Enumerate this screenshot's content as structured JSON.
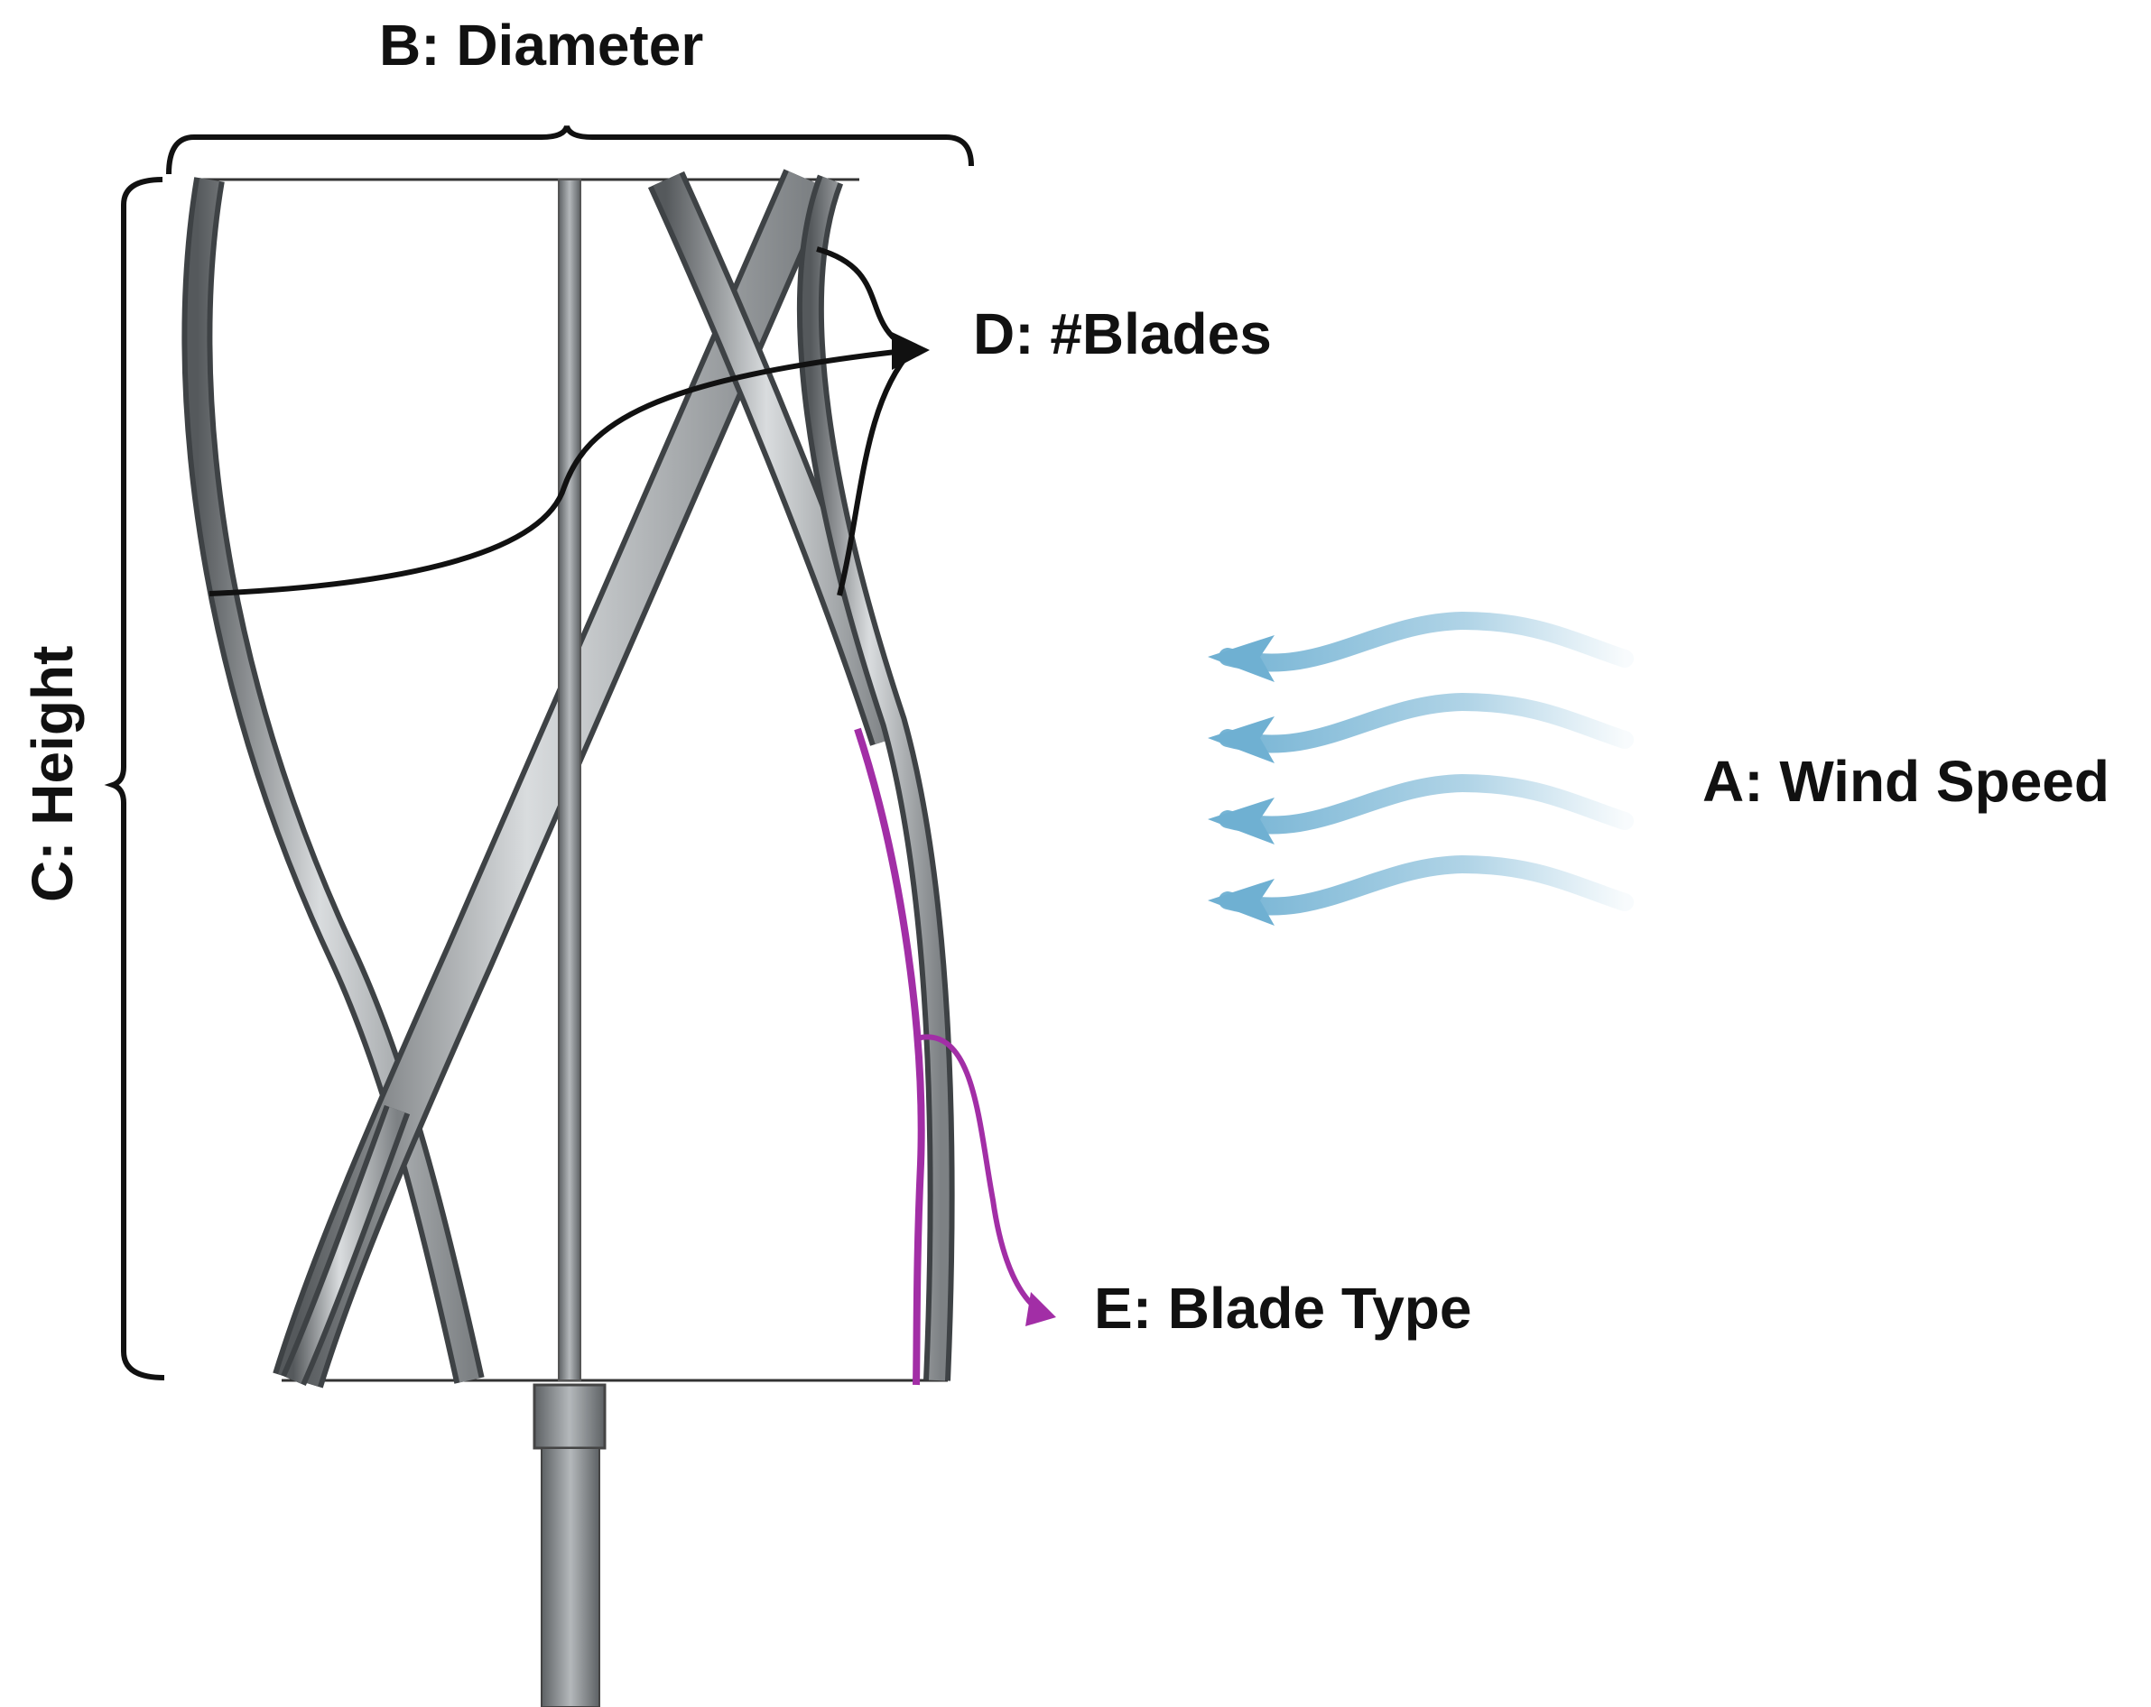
{
  "labels": {
    "diameter": "B: Diameter",
    "height": "C: Height",
    "blades": "D: #Blades",
    "wind_speed": "A: Wind Speed",
    "blade_type": "E: Blade Type"
  },
  "colors": {
    "blade_dark": "#5f6366",
    "blade_light": "#c9cdd0",
    "shaft": "#8f9396",
    "bracket": "#111111",
    "pointer": "#111111",
    "blade_type_highlight": "#a22ea6",
    "wind_arrow": "#6fb0d2",
    "background": "#ffffff"
  },
  "icons": {
    "wind": "wind-arrows-icon",
    "turbine": "helical-vertical-axis-wind-turbine"
  }
}
